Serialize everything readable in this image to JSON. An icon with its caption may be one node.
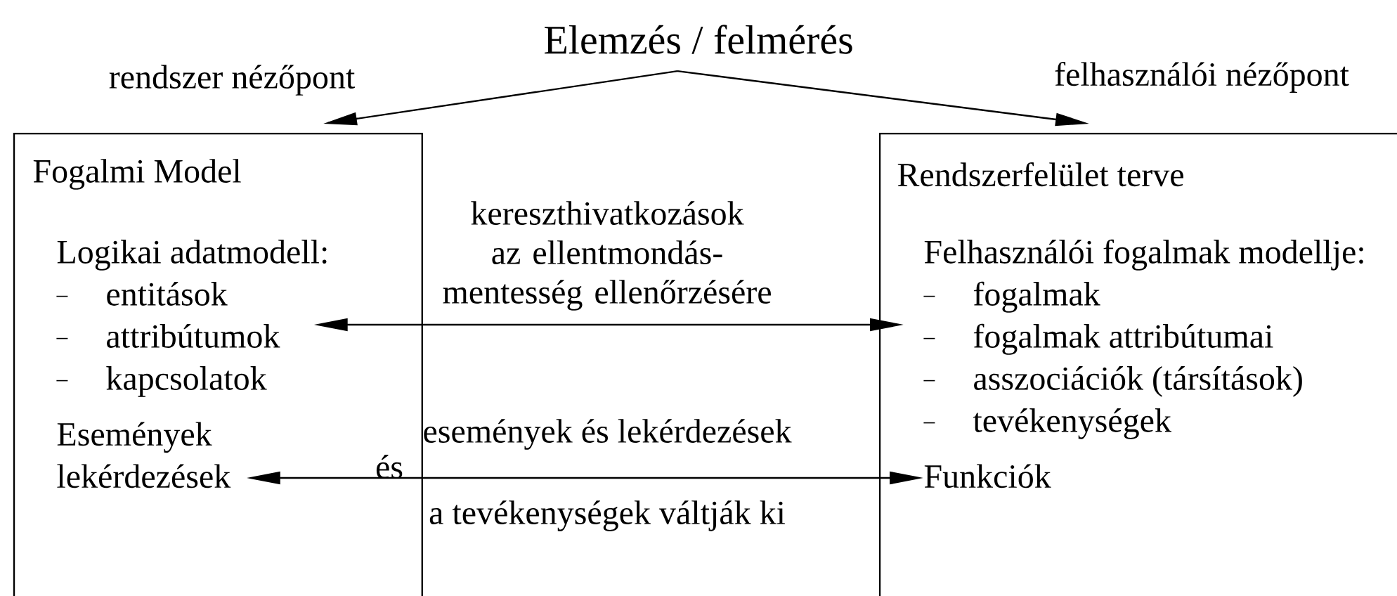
{
  "diagram": {
    "nodes": [
      {
        "text": [
          "Elemzés / felmérés"
        ]
      },
      {
        "text": [
          "Fogalmi Model"
        ]
      },
      {
        "text": [
          "Logikai adatmodell:",
          "entitások",
          "attribútumok",
          "kapcsolatok"
        ],
        "in": 1
      },
      {
        "text": [
          "Események lekérdezések"
        ],
        "in": 1
      },
      {
        "text": [
          "Rendszerfelület terve"
        ]
      },
      {
        "text": [
          "Felhasználói fogalmak modellje:",
          "fogalmak",
          "fogalmak attribútumai",
          "asszociációk (társítások)",
          "tevékenységek"
        ],
        "in": 4
      },
      {
        "text": [
          "Funkciók"
        ],
        "in": 4
      }
    ],
    "edges": [
      {
        "from": 0,
        "to": 1,
        "arrow": "to",
        "label": "rendszer nézőpont"
      },
      {
        "from": 0,
        "to": 4,
        "arrow": "to",
        "label": "felhasználói nézőpont"
      },
      {
        "from": 2,
        "to": 5,
        "arrow": "both",
        "label": "kereszthivatkozások az ellentmondás-mentesség ellenőrzésére"
      },
      {
        "from": 3,
        "to": 6,
        "arrow": "both",
        "label": "események és lekérdezések"
      }
    ],
    "labels": [
      "és",
      "a tevékenységek váltják ki"
    ]
  }
}
